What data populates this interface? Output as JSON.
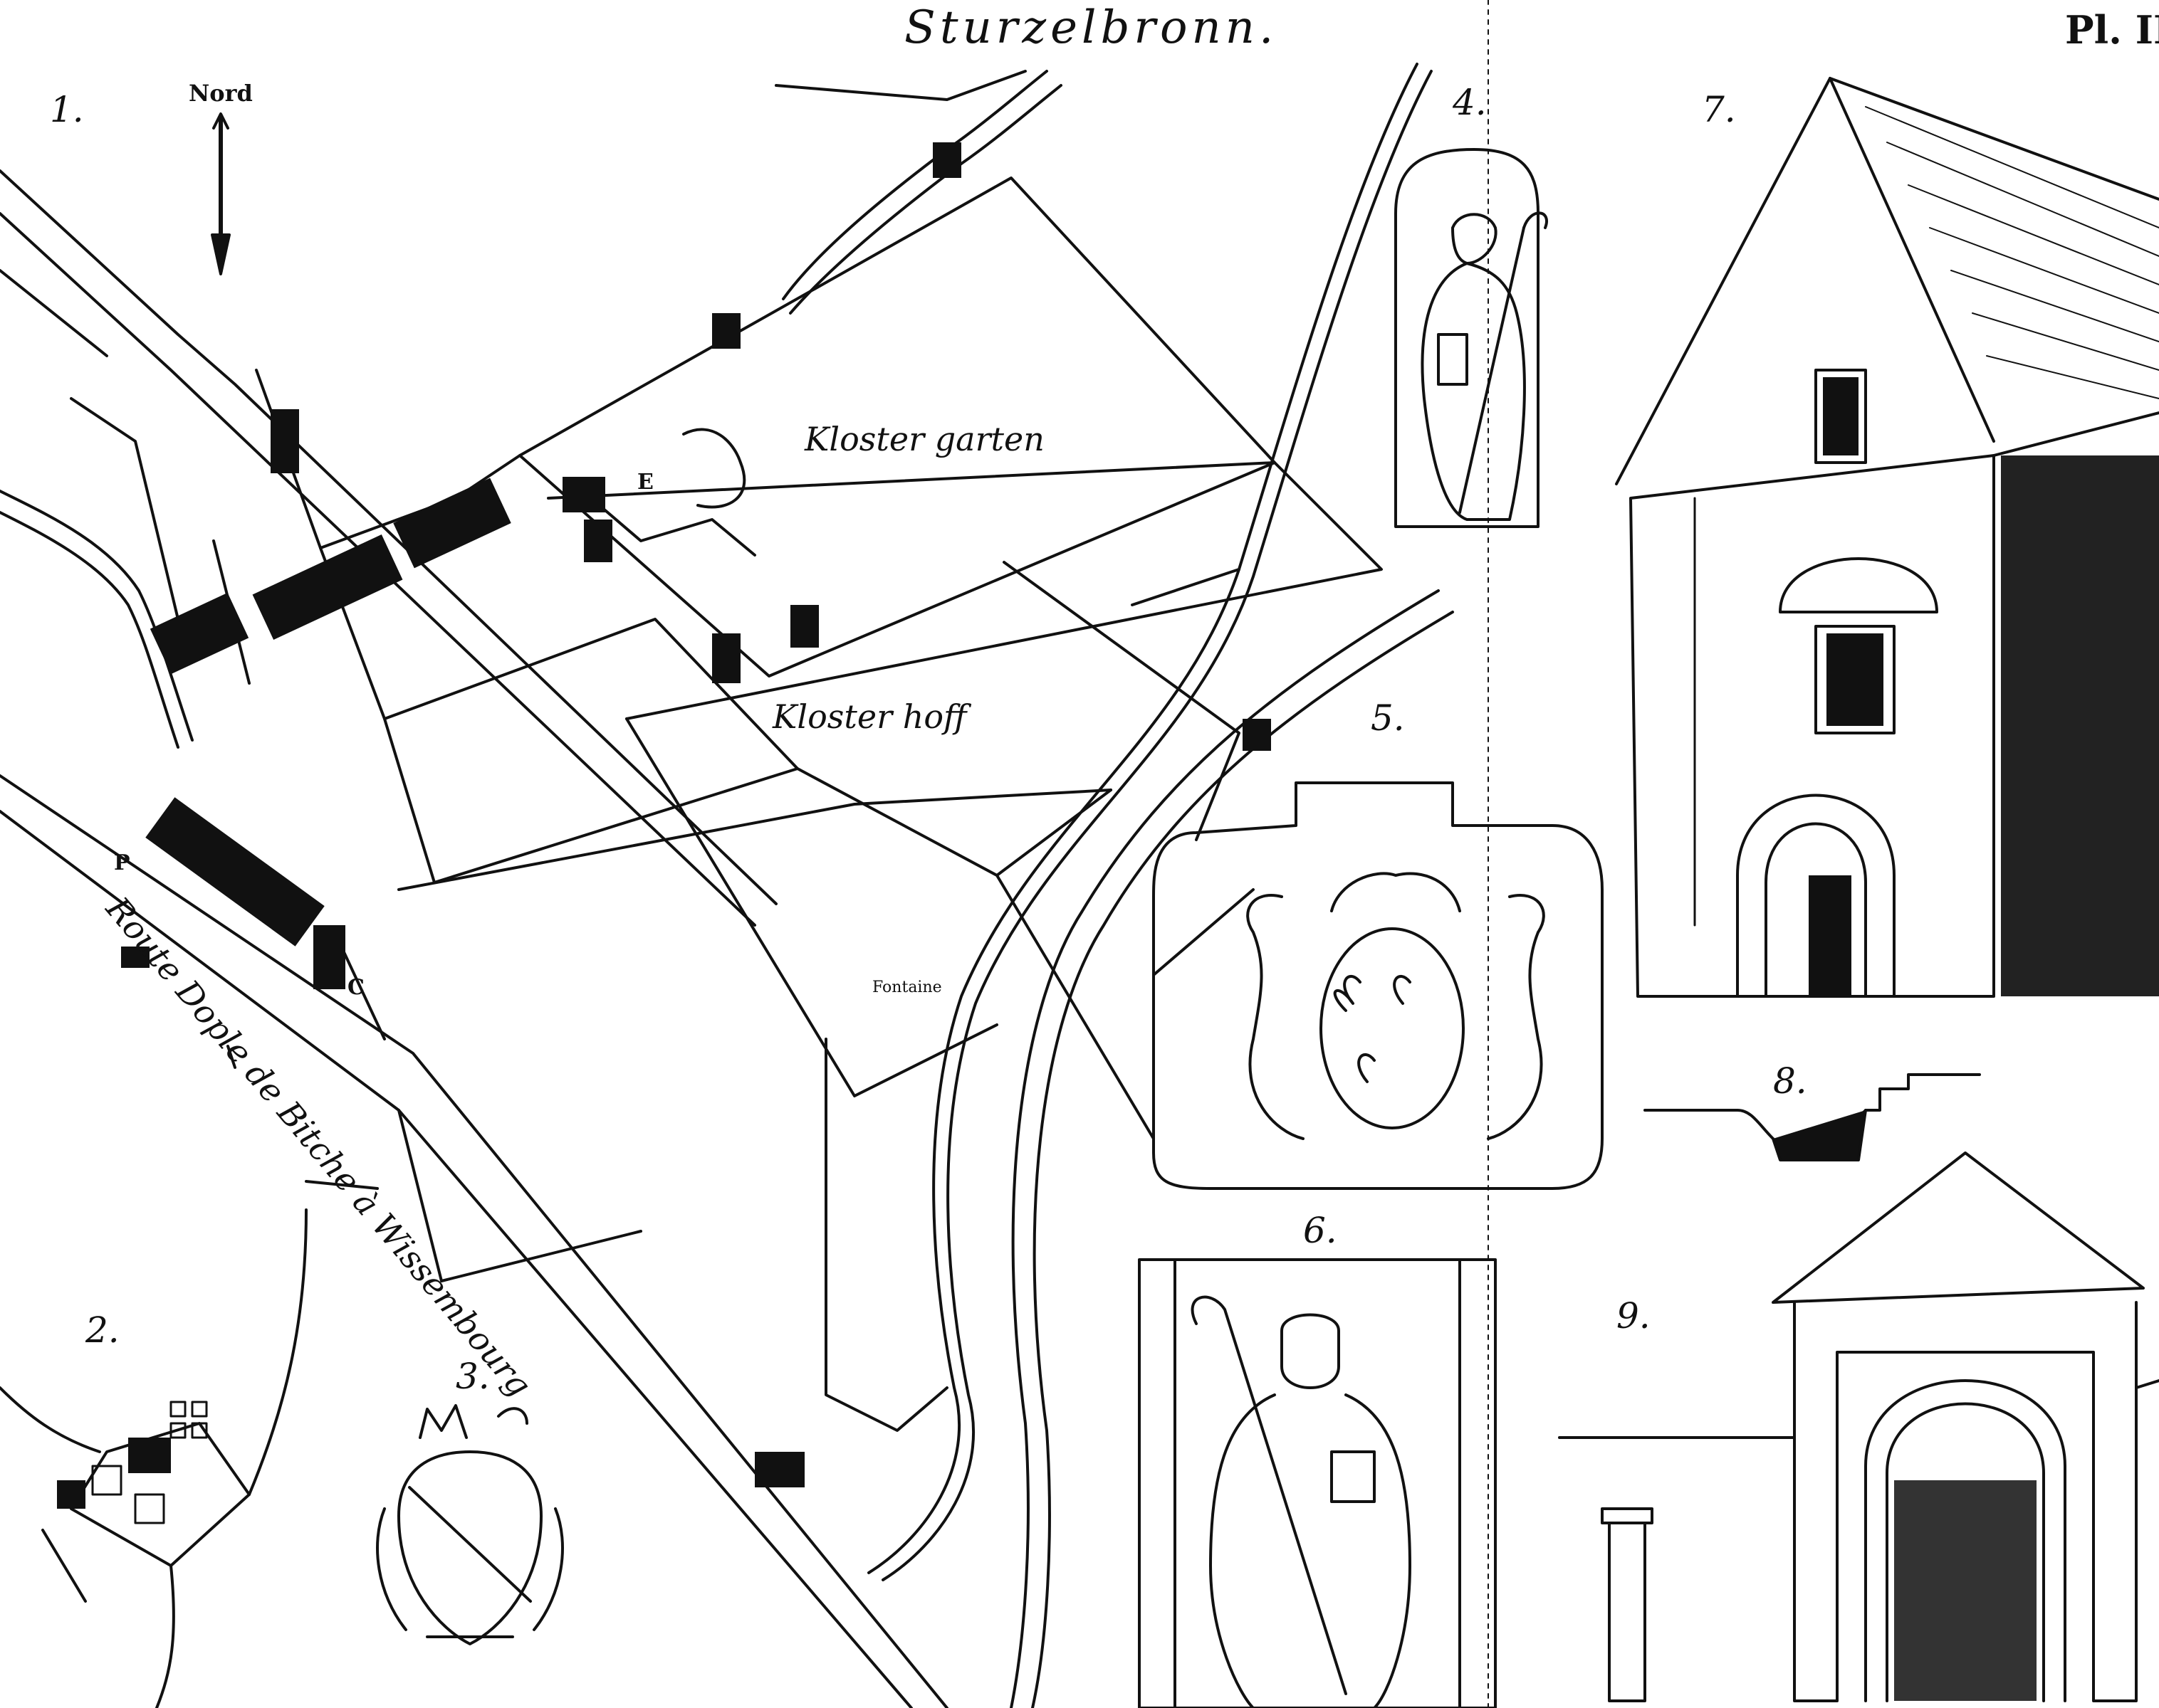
{
  "plate": {
    "title": "Sturzelbronn.",
    "plate_number": "Pl. II",
    "colors": {
      "ink": "#111111",
      "paper": "#ffffff"
    }
  },
  "figures": [
    {
      "number": "1.",
      "subject": "village-plan"
    },
    {
      "number": "2.",
      "subject": "site-plan"
    },
    {
      "number": "3.",
      "subject": "coat-of-arms-with-mitre"
    },
    {
      "number": "4.",
      "subject": "monk-relief-small"
    },
    {
      "number": "5.",
      "subject": "hearts-coat-of-arms"
    },
    {
      "number": "6.",
      "subject": "monk-relief-large"
    },
    {
      "number": "7.",
      "subject": "church-facade"
    },
    {
      "number": "8.",
      "subject": "moulding-profile"
    },
    {
      "number": "9.",
      "subject": "archway-gate"
    }
  ],
  "map": {
    "north_label": "Nord",
    "areas": [
      "Kloster garten",
      "Kloster hoff"
    ],
    "road_label": "Route Dople de Bitche à Wissembourg",
    "fountain_label": "Fontaine",
    "letters": [
      "E",
      "P",
      "C"
    ]
  }
}
